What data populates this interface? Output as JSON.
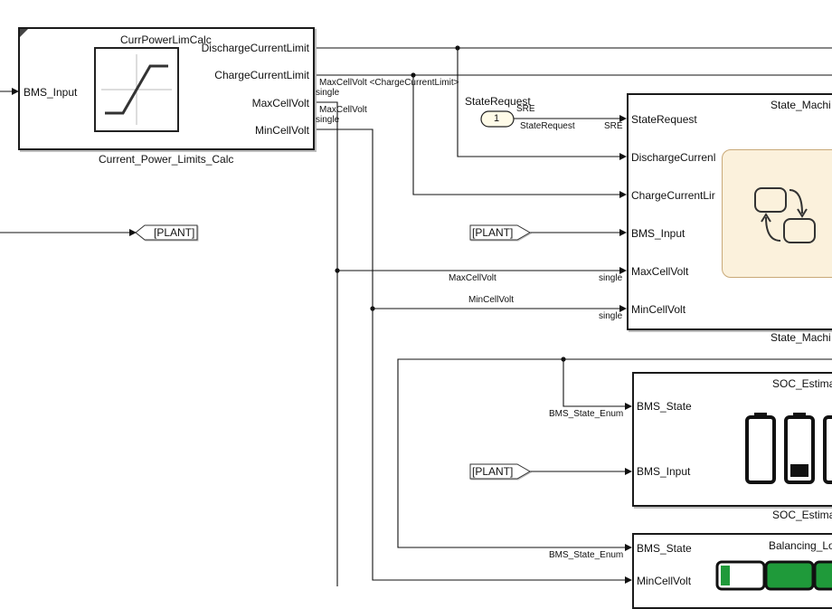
{
  "colors": {
    "wire": "#111111",
    "block_border": "#1a1a1a",
    "chart_fill": "#fbf1dc",
    "chart_border": "#c9a978",
    "battery_green": "#1f9a3a"
  },
  "blocks": {
    "current_power": {
      "title": "CurrPowerLimCalc",
      "caption": "Current_Power_Limits_Calc",
      "in_port": "BMS_Input",
      "out_ports": [
        "DischargeCurrentLimit",
        "ChargeCurrentLimit",
        "MaxCellVolt",
        "MinCellVolt"
      ]
    },
    "state_machine": {
      "title": "State_Machi",
      "caption": "State_Machi",
      "in_ports": [
        "StateRequest",
        "DischargeCurrenl",
        "ChargeCurrentLir",
        "BMS_Input",
        "MaxCellVolt",
        "MinCellVolt"
      ]
    },
    "soc": {
      "title": "SOC_Estima",
      "caption": "SOC_Estima",
      "in_ports": [
        "BMS_State",
        "BMS_Input"
      ]
    },
    "balancing": {
      "title": "Balancing_Lo",
      "in_ports": [
        "BMS_State",
        "MinCellVolt"
      ]
    }
  },
  "labels": {
    "signal_single_1": "single",
    "signal_single_2": "single",
    "maxcell_over_charge": "MaxCellVolt <ChargeCurrentLimit>",
    "maxcell_wire": "MaxCellVolt",
    "state_request_name": "StateRequest",
    "sre_1": "SRE",
    "state_request_sig": "StateRequest",
    "sre_2": "SRE",
    "maxcell_sig": "MaxCellVolt",
    "single_3": "single",
    "mincell_sig": "MinCellVolt",
    "single_4": "single",
    "enum_1": "BMS_State_Enum",
    "enum_2": "BMS_State_Enum"
  },
  "constant_value": "1",
  "goto_tags": {
    "left": "[PLANT]",
    "from_1": "[PLANT]",
    "from_2": "[PLANT]"
  }
}
